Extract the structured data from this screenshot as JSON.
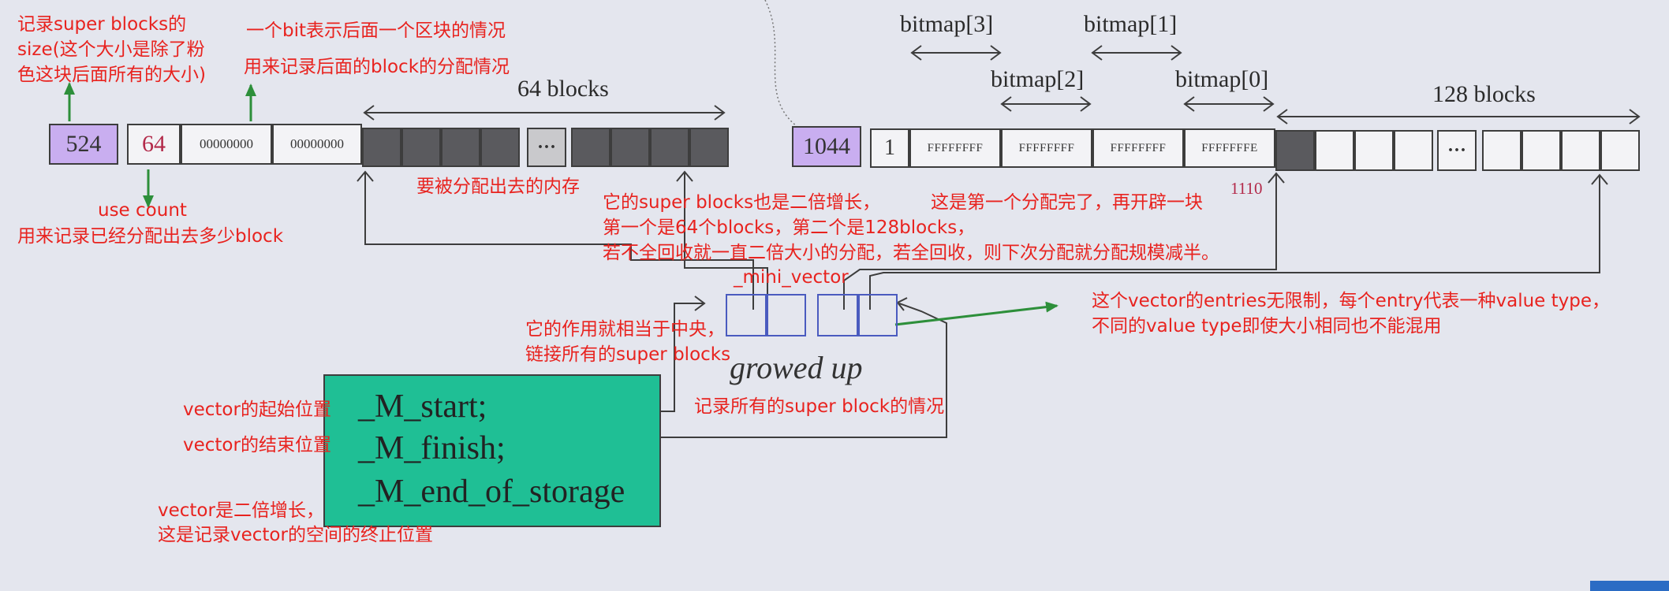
{
  "block_labels": {
    "left": "64 blocks",
    "right": "128 blocks"
  },
  "bitmaps": [
    "bitmap[3]",
    "bitmap[2]",
    "bitmap[1]",
    "bitmap[0]"
  ],
  "left_chunk": {
    "size": "524",
    "count": "64",
    "bitmap_a": "00000000",
    "bitmap_b": "00000000",
    "ellipsis": "···"
  },
  "right_chunk": {
    "size": "1044",
    "count": "1",
    "bm3": "FFFFFFFF",
    "bm2": "FFFFFFFF",
    "bm1": "FFFFFFFF",
    "bm0": "FFFFFFFE",
    "ellipsis": "···",
    "bits": "1110"
  },
  "vector": {
    "start": "_M_start;",
    "finish": "_M_finish;",
    "end": "_M_end_of_storage",
    "mini_vector": "_mini_vector",
    "growed": "growed up"
  },
  "annotations": {
    "size_note": [
      "记录super blocks的",
      "size(这个大小是除了粉",
      "色这块后面所有的大小)"
    ],
    "bit_note_1": "一个bit表示后面一个区块的情况",
    "bit_note_2": "用来记录后面的block的分配情况",
    "use_count": "use count",
    "use_count_note": "用来记录已经分配出去多少block",
    "alloc_memory": "要被分配出去的内存",
    "super_double": "它的super blocks也是二倍增长，",
    "super_double_2": "第一个是64个blocks，第二个是128blocks，",
    "super_double_3": "若不全回收就一直二倍大小的分配，若全回收，则下次分配就分配规模减半。",
    "first_done": "这是第一个分配完了，再开辟一块",
    "entries_note": "这个vector的entries无限制，每个entry代表一种value type，",
    "entries_note_2": "不同的value type即使大小相同也不能混用",
    "center_note": "它的作用就相当于中央，",
    "center_note_2": "链接所有的super blocks",
    "record_all": "记录所有的super block的情况",
    "start_note": "vector的起始位置",
    "finish_note": "vector的结束位置",
    "storage_note": "vector是二倍增长，",
    "storage_note_2": "这是记录vector的空间的终止位置"
  },
  "colors": {
    "annotation": "#e8231f",
    "purple": "#c9aef0",
    "teal": "#1fbf95",
    "green_arrow": "#2d8f3a",
    "dark_block": "#5a5a5e"
  }
}
